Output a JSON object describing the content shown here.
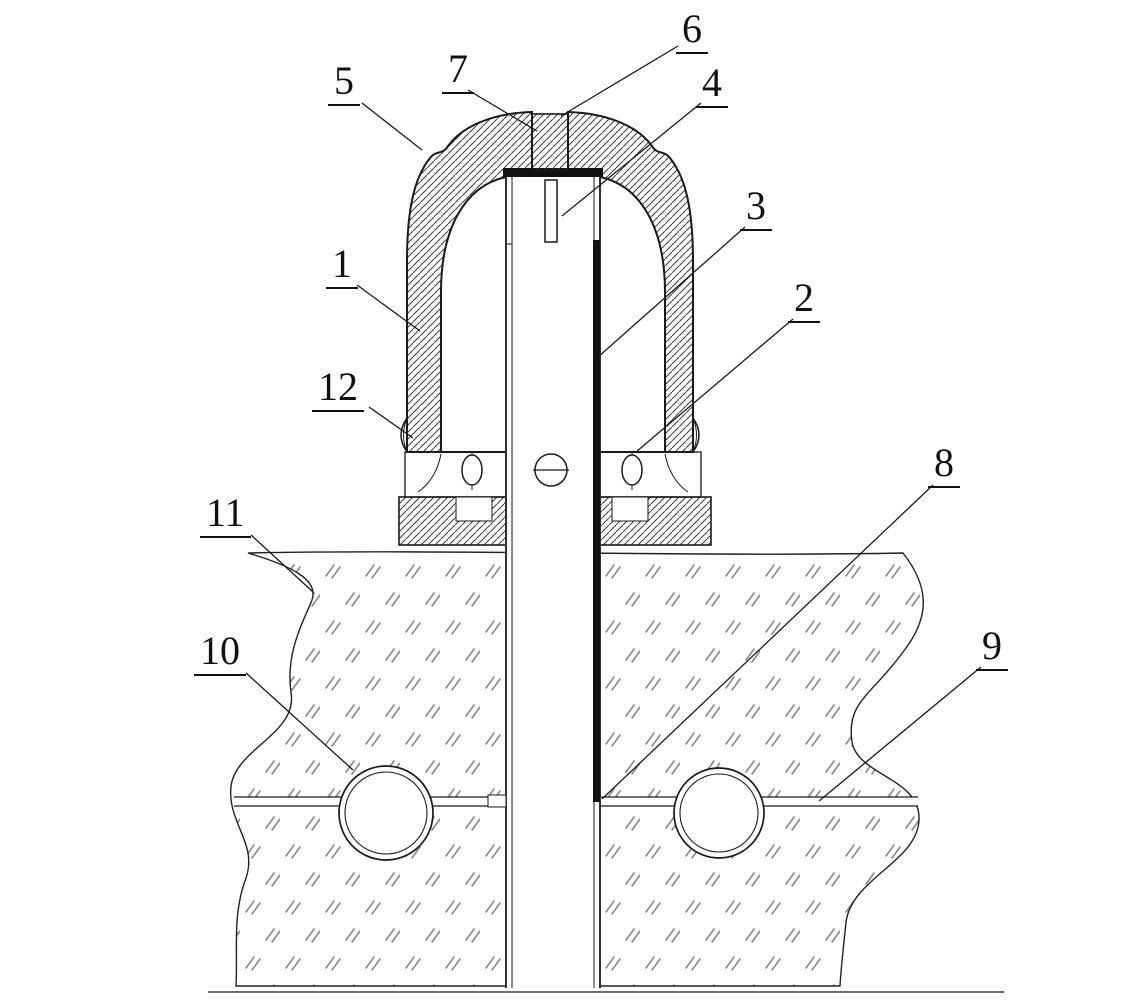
{
  "diagram": {
    "kind": "patent-cross-section-figure",
    "background_color": "#ffffff",
    "line_color": "#1a1a1a",
    "hatch_color": "#3a3a3a",
    "soil_mark_color": "#8a8a8a",
    "reference_labels": {
      "1": "1",
      "2": "2",
      "3": "3",
      "4": "4",
      "5": "5",
      "6": "6",
      "7": "7",
      "8": "8",
      "9": "9",
      "10": "10",
      "11": "11",
      "12": "12"
    }
  }
}
